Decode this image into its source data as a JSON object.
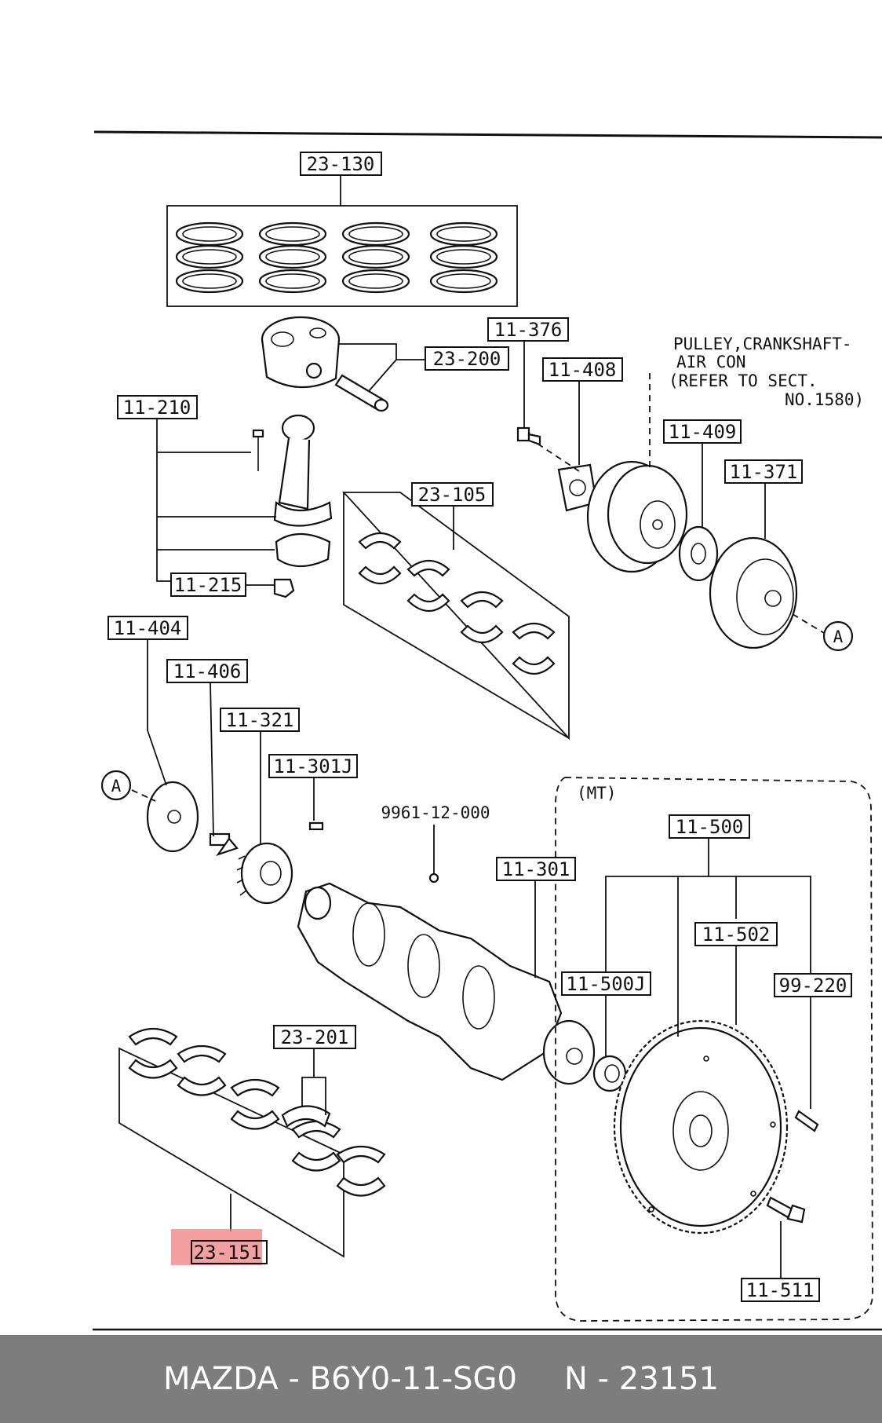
{
  "callouts": {
    "c23_130": "23-130",
    "c23_200": "23-200",
    "c11_376": "11-376",
    "c11_408": "11-408",
    "c11_210": "11-210",
    "c11_409": "11-409",
    "c11_371": "11-371",
    "c23_105": "23-105",
    "c11_215": "11-215",
    "c11_404": "11-404",
    "c11_406": "11-406",
    "c11_321": "11-321",
    "c11_301j": "11-301J",
    "c9961": "9961-12-000",
    "c11_500": "11-500",
    "c11_301": "11-301",
    "c11_502": "11-502",
    "c11_500j": "11-500J",
    "c99_220": "99-220",
    "c23_201": "23-201",
    "c23_151": "23-151",
    "c11_511": "11-511"
  },
  "note": {
    "line1": "PULLEY,CRANKSHAFT-",
    "line2": "AIR CON",
    "line3": "(REFER TO SECT.",
    "line4": "NO.1580)"
  },
  "mt_label": "(MT)",
  "ref_a_top": "A",
  "ref_a_left": "A",
  "highlight_color": "#f08080",
  "footer": {
    "brand_part": "MAZDA - B6Y0-11-SG0",
    "number": "N - 23151"
  }
}
